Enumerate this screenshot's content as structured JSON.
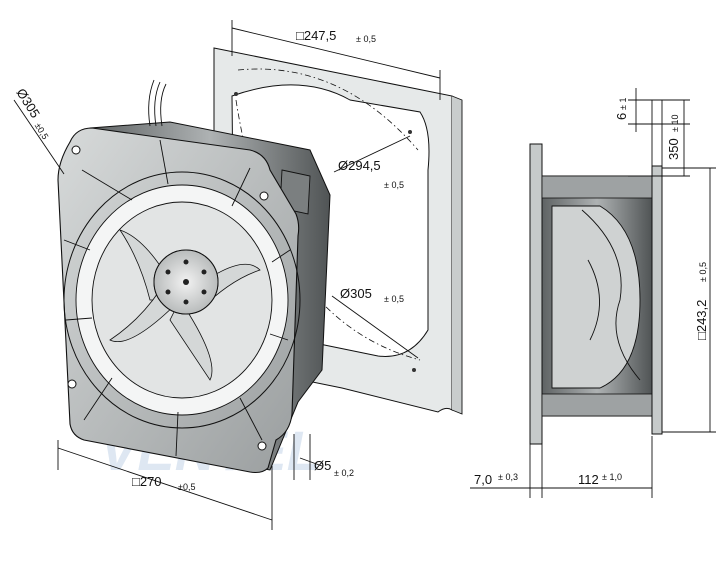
{
  "watermark": {
    "text": "VENTEL"
  },
  "dimensions": {
    "square_top": {
      "value": "□247,5",
      "tol": "± 0,5"
    },
    "diam_305_left": {
      "value": "Ø305",
      "tol": "±0,5"
    },
    "diam_294": {
      "value": "Ø294,5",
      "tol": "± 0,5"
    },
    "diam_305_right": {
      "value": "Ø305",
      "tol": "± 0,5"
    },
    "square_270": {
      "value": "□270",
      "tol": "±0,5"
    },
    "hole_5": {
      "value": "Ø5",
      "tol": "± 0,2"
    },
    "dim_6": {
      "value": "6",
      "tol": "± 1"
    },
    "dim_350": {
      "value": "350",
      "tol": "± 10"
    },
    "square_243": {
      "value": "□243,2",
      "tol": "± 0,5"
    },
    "dim_7": {
      "value": "7,0",
      "tol": "± 0,3"
    },
    "dim_112": {
      "value": "112",
      "tol": "± 1,0"
    }
  },
  "colors": {
    "housing": "#bcc0c0",
    "housing_dark": "#6e7273",
    "frame": "#e4e7e7",
    "line": "#111111",
    "watermark": "#dbe5f1"
  }
}
